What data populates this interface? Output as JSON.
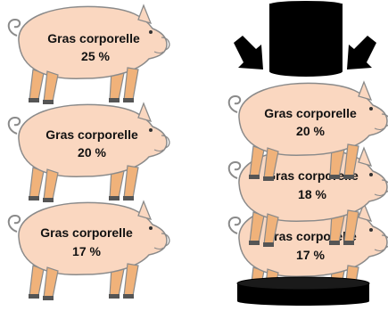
{
  "colors": {
    "pig_body": "#fad7c0",
    "pig_outline": "#8a8a8a",
    "pig_leg_front": "#f0b27a",
    "hoof": "#555555",
    "press": "#000000"
  },
  "left_column": [
    {
      "label": "Gras corporelle",
      "value": "25 %"
    },
    {
      "label": "Gras corporelle",
      "value": "20 %"
    },
    {
      "label": "Gras corporelle",
      "value": "17 %"
    }
  ],
  "right_stack": [
    {
      "label": "Gras corporelle",
      "value": "20 %"
    },
    {
      "label": "Gras corporelle",
      "value": "18 %"
    },
    {
      "label": "Gras corporelle",
      "value": "17 %"
    }
  ],
  "icons": {
    "arrow_left": "arrow-down-right-icon",
    "arrow_right": "arrow-down-left-icon"
  }
}
